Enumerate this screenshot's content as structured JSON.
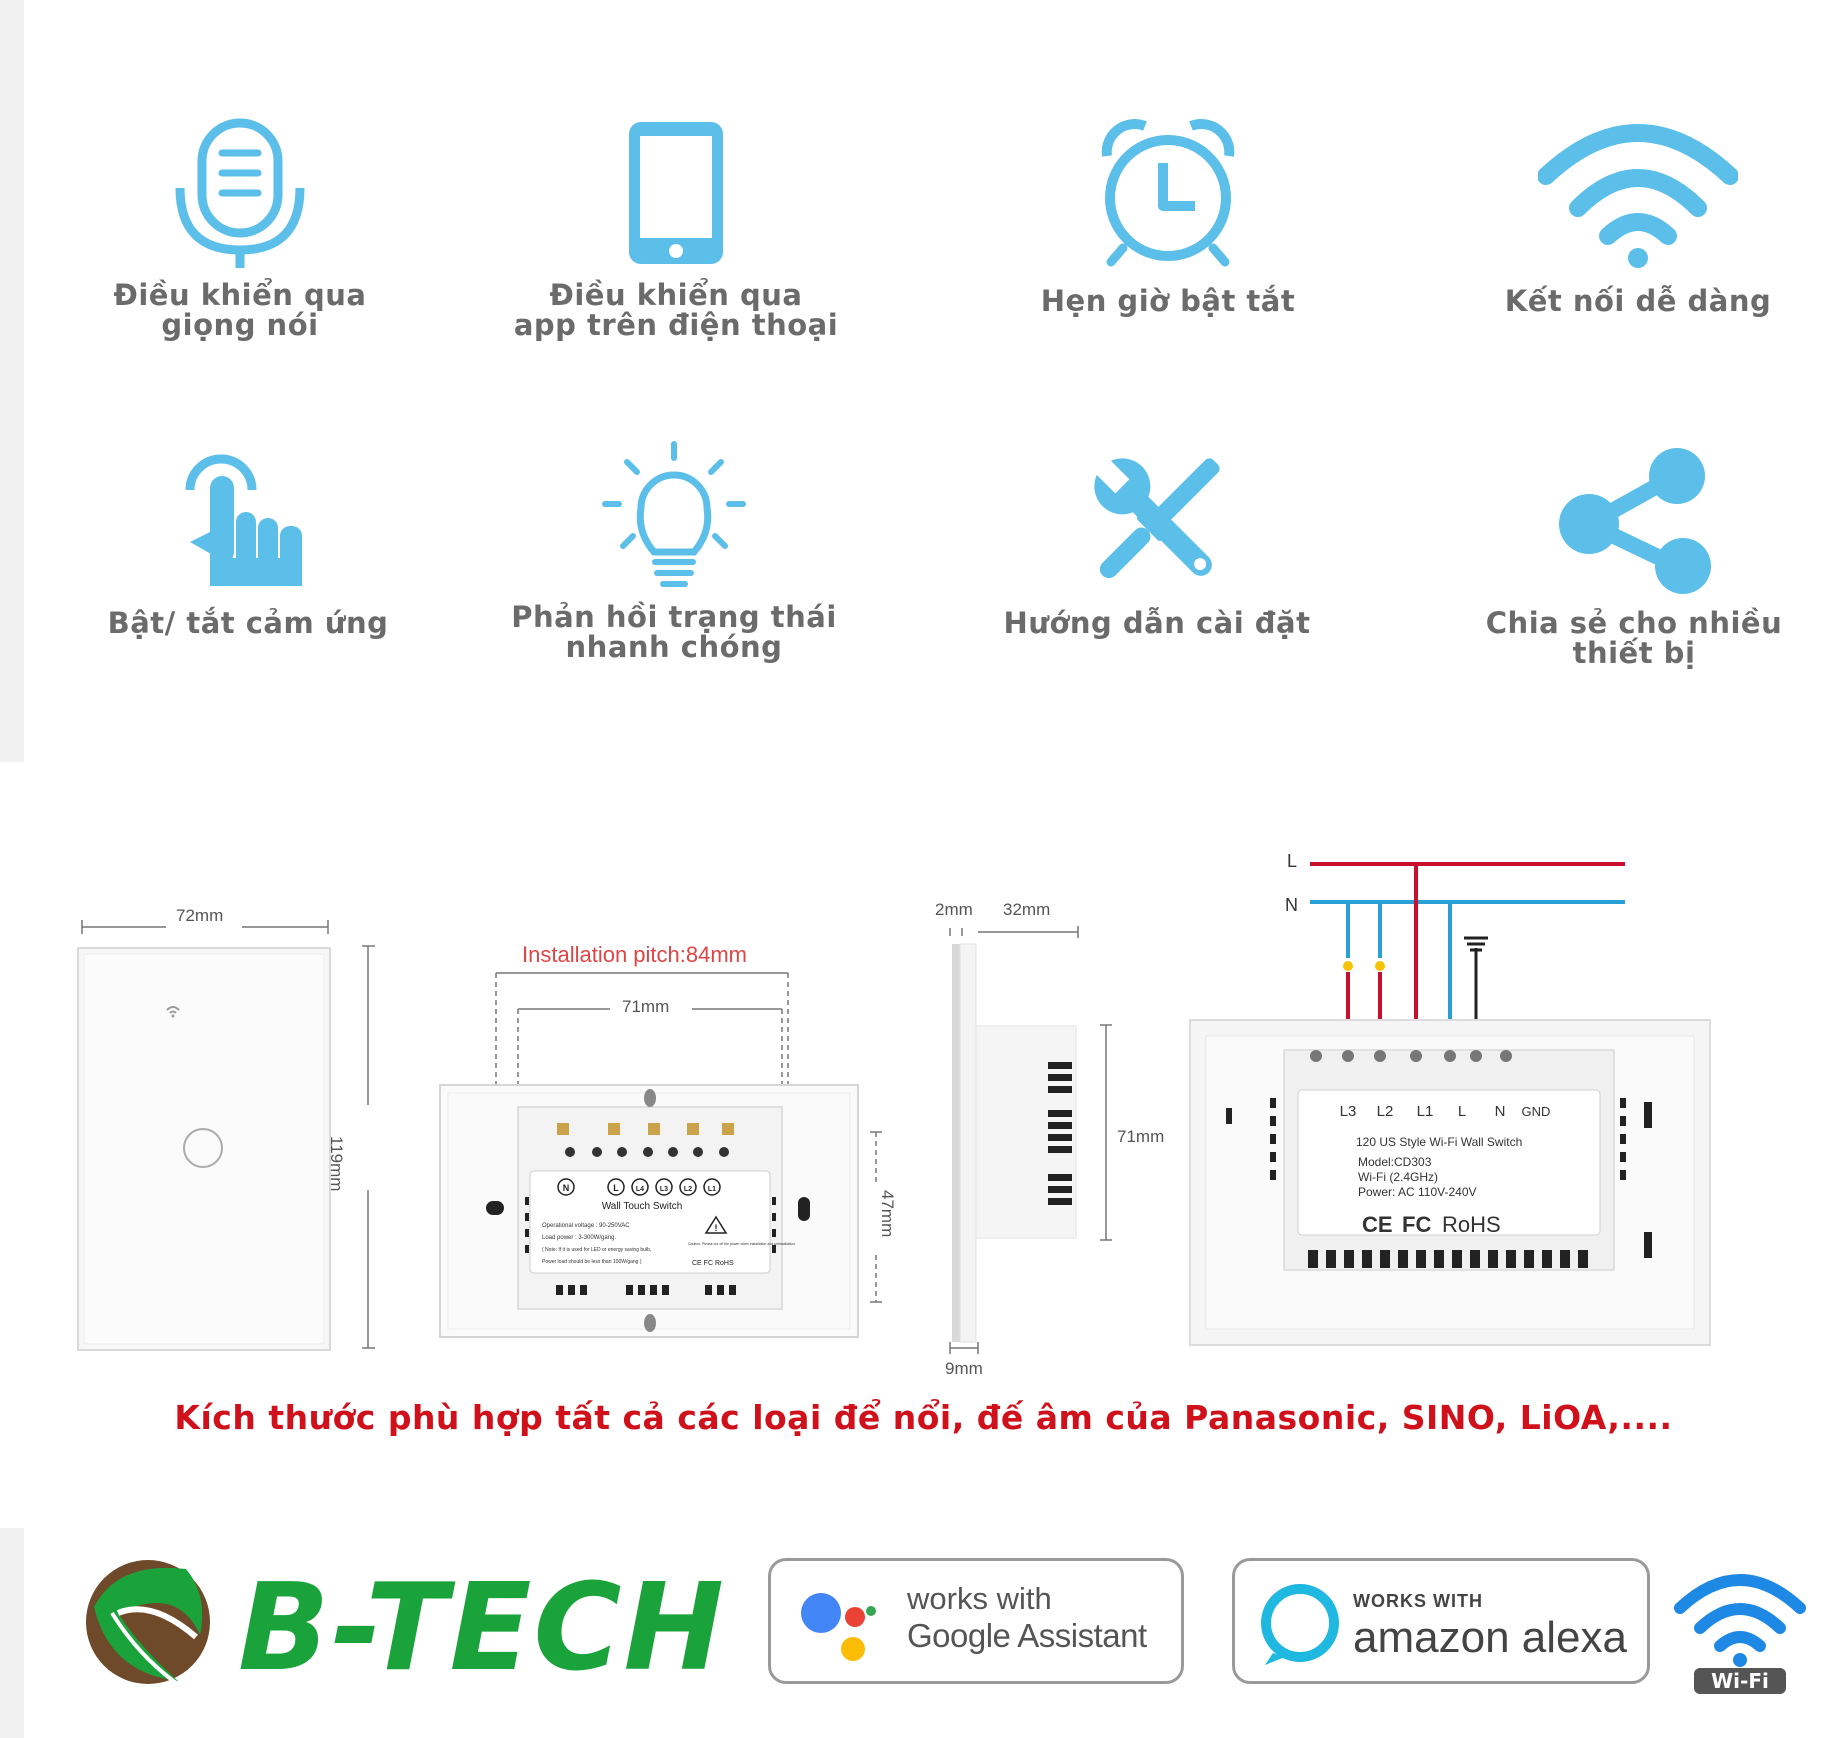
{
  "features": [
    {
      "label": "Điều khiển qua\ngiọng nói",
      "icon": "microphone-icon"
    },
    {
      "label": "Điều khiển qua\napp trên điện thoại",
      "icon": "smartphone-icon"
    },
    {
      "label": "Hẹn giờ bật tắt",
      "icon": "alarm-clock-icon"
    },
    {
      "label": "Kết nối dễ dàng",
      "icon": "wifi-icon"
    },
    {
      "label": "Bật/ tắt cảm ứng",
      "icon": "touch-hand-icon"
    },
    {
      "label": "Phản hồi trạng thái\nnhanh chóng",
      "icon": "light-bulb-icon"
    },
    {
      "label": "Hướng dẫn cài đặt",
      "icon": "tools-icon"
    },
    {
      "label": "Chia sẻ cho nhiều\nthiết bị",
      "icon": "share-icon"
    }
  ],
  "icon_color": "#5bbfe9",
  "dimensions": {
    "front_width": "72mm",
    "front_height": "119mm",
    "installation_pitch": "Installation pitch:84mm",
    "back_width": "71mm",
    "back_height": "47mm",
    "side_glass": "2mm",
    "side_depth": "32mm",
    "side_height": "71mm",
    "side_bottom": "9mm"
  },
  "back_module": {
    "terminals": [
      "N",
      "L",
      "L4",
      "L3",
      "L2",
      "L1"
    ],
    "title": "Wall Touch Switch",
    "line1": "Operational voltage : 90-250VAC",
    "line2": "Load power : 3-300W/gang.",
    "line3": "( Note: If it is used for LED or energy saving bulb,",
    "line4": "Power load should be less than 100W/gang )",
    "caution": "Caution: Please cut off the power when installation and uninstallation.",
    "marks": "CE FC RoHS"
  },
  "wiring": {
    "line_labels": [
      "L",
      "N"
    ],
    "terminals": [
      "L3",
      "L2",
      "L1",
      "L",
      "N",
      "GND"
    ],
    "product_title": "120 US Style Wi-Fi Wall Switch",
    "model": "Model:CD303",
    "wifi": "Wi-Fi (2.4GHz)",
    "power": "Power: AC 110V-240V",
    "ce": "CE",
    "fc": "FC",
    "rohs": "RoHS",
    "colors": {
      "live": "#c8102e",
      "neutral": "#2a9fd6"
    }
  },
  "caption": "Kích thước phù hợp tất cả các loại để nổi, đế âm của Panasonic, SINO, LiOA,....",
  "brand": {
    "name": "B-TECH",
    "green": "#1aa33a",
    "brown": "#6e4a2a"
  },
  "google_badge": {
    "line1": "works with",
    "line2": "Google Assistant"
  },
  "alexa_badge": {
    "line1": "WORKS WITH",
    "line2": "amazon alexa"
  },
  "wifi_logo": {
    "text": "Wi-Fi"
  }
}
